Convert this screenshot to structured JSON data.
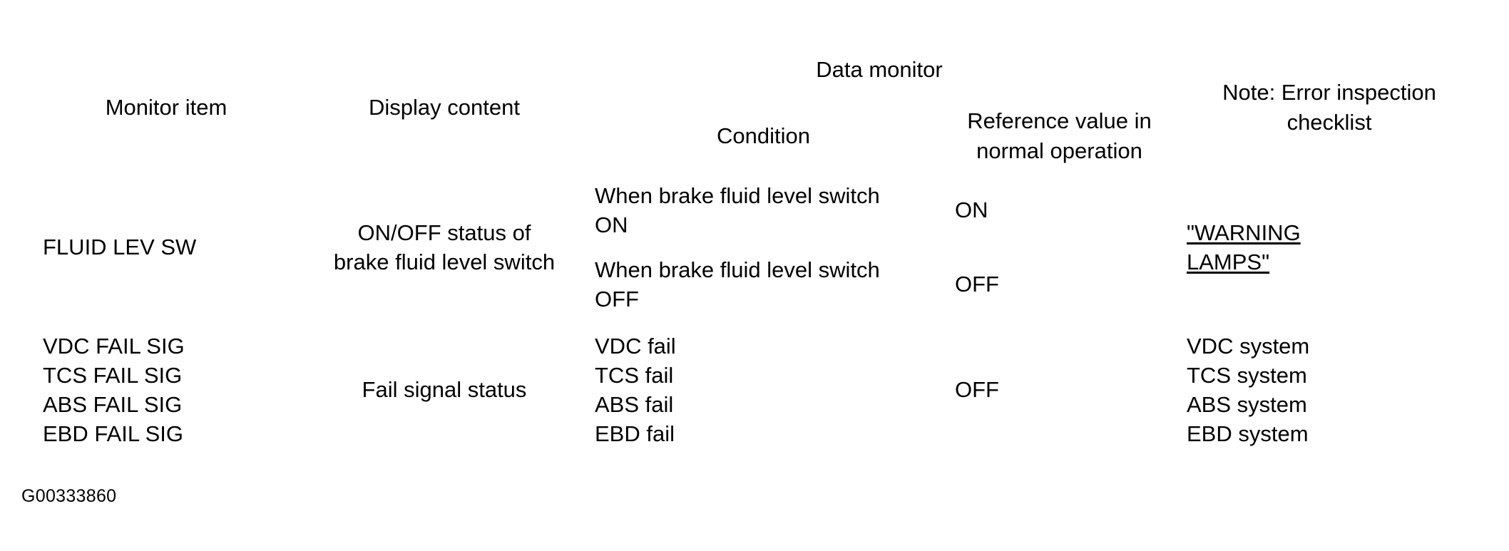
{
  "figure": {
    "caption_id": "G00333860"
  },
  "table": {
    "headers": {
      "monitor_item": "Monitor item",
      "display_content": "Display content",
      "data_monitor": "Data monitor",
      "condition": "Condition",
      "reference_value": "Reference value in\nnormal operation",
      "reference_value_line1": "Reference value in",
      "reference_value_line2": "normal operation",
      "note": "Note: Error inspection\nchecklist",
      "note_line1": "Note: Error inspection",
      "note_line2": "checklist"
    },
    "rows": [
      {
        "monitor_item": "FLUID LEV SW",
        "monitor_item_lines": [
          "FLUID LEV SW"
        ],
        "display_content_line1": "ON/OFF status of",
        "display_content_line2": "brake fluid level switch",
        "note_line1": "\"WARNING",
        "note_line2": "LAMPS\"",
        "note_is_link": true,
        "subrows": [
          {
            "condition_line1": "When brake fluid level switch",
            "condition_line2": "ON",
            "reference_value": "ON"
          },
          {
            "condition_line1": "When brake fluid level switch",
            "condition_line2": "OFF",
            "reference_value": "OFF"
          }
        ]
      },
      {
        "monitor_item_lines": [
          "VDC FAIL SIG",
          "TCS FAIL SIG",
          "ABS FAIL SIG",
          "EBD FAIL SIG"
        ],
        "display_content": "Fail signal status",
        "condition_lines": [
          "VDC fail",
          "TCS fail",
          "ABS fail",
          "EBD fail"
        ],
        "reference_value": "OFF",
        "note_lines": [
          "VDC system",
          "TCS system",
          "ABS system",
          "EBD system"
        ],
        "note_is_link": false
      }
    ]
  },
  "colors": {
    "ink": "#000000",
    "paper": "#ffffff"
  }
}
